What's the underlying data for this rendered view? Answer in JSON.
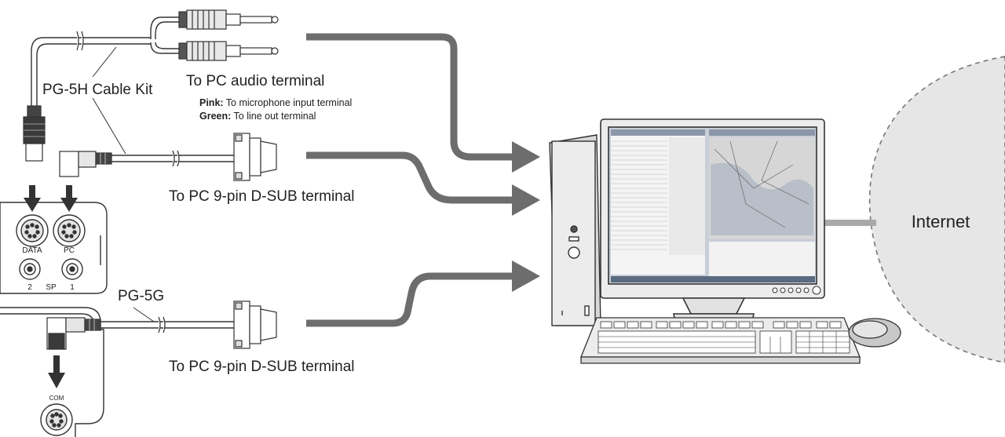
{
  "labels": {
    "audio_terminal": "To PC audio terminal",
    "pink_key": "Pink:",
    "pink_text": " To microphone input terminal",
    "green_key": "Green:",
    "green_text": "  To line out terminal",
    "cable_kit": "PG-5H Cable Kit",
    "dsub_upper": "To PC 9-pin D-SUB terminal",
    "cable_5g": "PG-5G",
    "dsub_lower": "To PC 9-pin D-SUB terminal",
    "internet": "Internet",
    "port_data": "DATA",
    "port_pc": "PC",
    "port_sp_2": "2",
    "port_sp": "SP",
    "port_sp_1": "1",
    "port_com": "COM"
  },
  "colors": {
    "arrow": "#6d6d6d",
    "cloud": "#e6e6e6",
    "cloud_border": "#777777",
    "line": "#333333",
    "screen": "#c9cfd8",
    "monitor": "#ececec"
  }
}
